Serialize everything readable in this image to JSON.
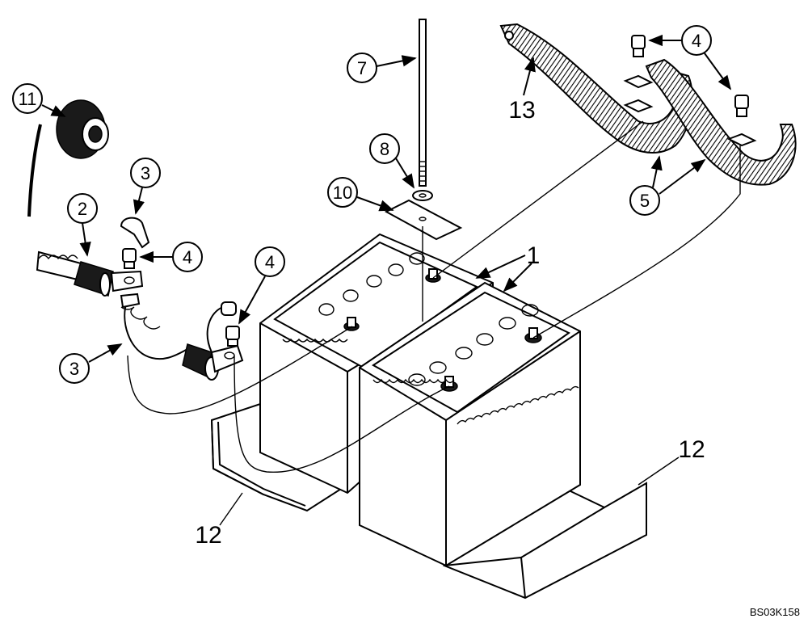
{
  "figure_code": "BS03K158",
  "callouts": [
    {
      "id": "c1",
      "label": "1"
    },
    {
      "id": "c2",
      "label": "2"
    },
    {
      "id": "c3a",
      "label": "3"
    },
    {
      "id": "c3b",
      "label": "3"
    },
    {
      "id": "c4a",
      "label": "4"
    },
    {
      "id": "c4b",
      "label": "4"
    },
    {
      "id": "c4c",
      "label": "4"
    },
    {
      "id": "c5",
      "label": "5"
    },
    {
      "id": "c7",
      "label": "7"
    },
    {
      "id": "c8",
      "label": "8"
    },
    {
      "id": "c10",
      "label": "10"
    },
    {
      "id": "c11",
      "label": "11"
    },
    {
      "id": "c12a",
      "label": "12"
    },
    {
      "id": "c12b",
      "label": "12"
    },
    {
      "id": "c13",
      "label": "13"
    }
  ]
}
